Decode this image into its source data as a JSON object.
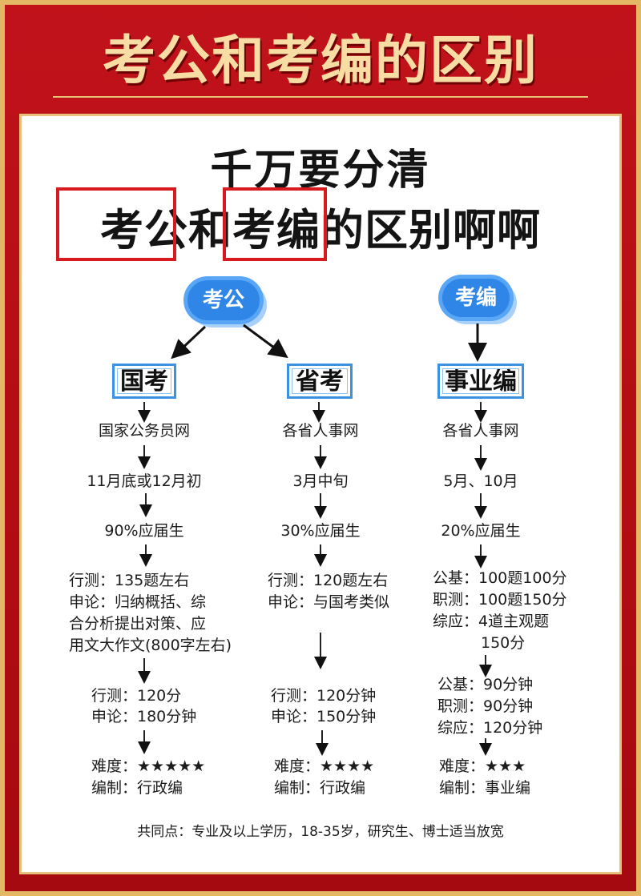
{
  "banner": {
    "title": "考公和考编的区别"
  },
  "headline": {
    "line1": "千万要分清",
    "line2_part1": "考公",
    "line2_part2": "和",
    "line2_part3": "考编",
    "line2_part4": "的区别啊啊"
  },
  "clouds": {
    "kaogong": "考公",
    "kaobian": "考编"
  },
  "columns": {
    "guokao": {
      "title": "国考",
      "site": "国家公务员网",
      "time": "11月底或12月初",
      "ratio": "90%应届生",
      "content": [
        "行测：135题左右",
        "申论：归纳概括、综",
        "合分析提出对策、应",
        "用文大作文(800字左右)"
      ],
      "duration": [
        "行测：120分",
        "申论：180分钟"
      ],
      "difficulty": "难度：★★★★★",
      "type": "编制：行政编"
    },
    "shengkao": {
      "title": "省考",
      "site": "各省人事网",
      "time": "3月中旬",
      "ratio": "30%应届生",
      "content": [
        "行测：120题左右",
        "申论：与国考类似"
      ],
      "duration": [
        "行测：120分钟",
        "申论：150分钟"
      ],
      "difficulty": "难度：★★★★",
      "type": "编制：行政编"
    },
    "shiyebian": {
      "title": "事业编",
      "site": "各省人事网",
      "time": "5月、10月",
      "ratio": "20%应届生",
      "content": [
        "公基：100题100分",
        "职测：100题150分",
        "综应：4道主观题",
        "150分"
      ],
      "duration": [
        "公基：90分钟",
        "职测：90分钟",
        "综应：120分钟"
      ],
      "difficulty": "难度：★★★",
      "type": "编制：事业编"
    }
  },
  "footer": {
    "common": "共同点：专业及以上学历，18-35岁，研究生、博士适当放宽"
  },
  "colors": {
    "frame": "#b5070c",
    "gold": "#e4b765",
    "highlight": "#d71a1f",
    "blue": "#2f86e6"
  }
}
